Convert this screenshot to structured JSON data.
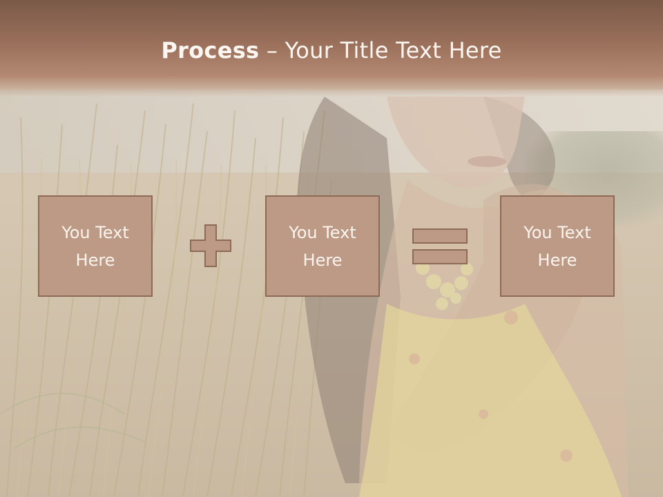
{
  "slide": {
    "title_bold": "Process",
    "title_rest": " – Your Title Text Here"
  },
  "process": {
    "boxes": [
      {
        "label": "You Text Here"
      },
      {
        "label": "You Text Here"
      },
      {
        "label": "You Text Here"
      }
    ],
    "operators": [
      "plus-icon",
      "equals-icon"
    ]
  },
  "colors": {
    "title_band": "#9a705b",
    "box_fill": "#bd9a86",
    "box_border": "#8d6a55",
    "text_light": "#fbf6f1"
  }
}
